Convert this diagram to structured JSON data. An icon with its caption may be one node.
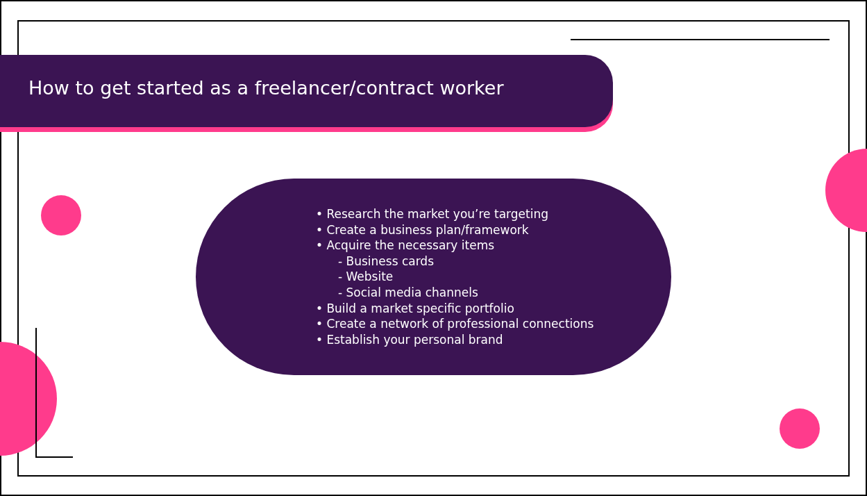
{
  "diagram": {
    "title": "How to get started as a freelancer/contract worker",
    "nodes": [
      {
        "text": [
          "• Research the market you’re targeting",
          "• Create a business plan/framework",
          "• Acquire the necessary items",
          "- Business cards",
          "- Website",
          "- Social media channels",
          "• Build a market specific portfolio",
          "• Create a network of professional connections",
          "• Establish your personal brand"
        ]
      }
    ]
  }
}
